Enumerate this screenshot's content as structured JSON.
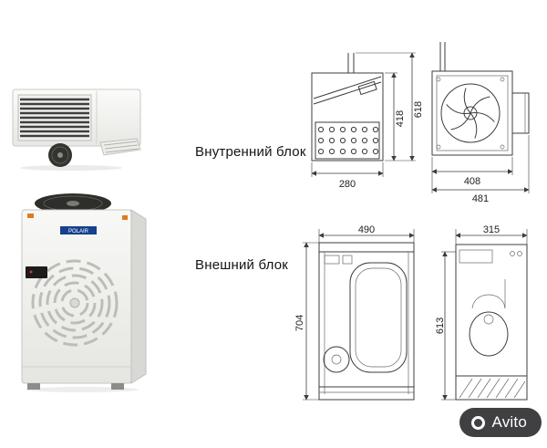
{
  "labels": {
    "indoor": "Внутренний блок",
    "outdoor": "Внешний блок"
  },
  "unit_brand": "POLAIR",
  "drawings": {
    "indoor_side": {
      "width": "280",
      "height_body": "418",
      "height_total": "618"
    },
    "indoor_front": {
      "width_body": "408",
      "width_total": "481"
    },
    "outdoor_front": {
      "width": "490",
      "height": "704"
    },
    "outdoor_side": {
      "width": "315",
      "height": "613"
    }
  },
  "watermark": {
    "brand": "Avito"
  },
  "colors": {
    "line": "#3c3c3c",
    "text": "#141414",
    "watermark_bg": "#303033",
    "accent_orange": "#e07a1e",
    "logo_blue": "#16418c"
  }
}
